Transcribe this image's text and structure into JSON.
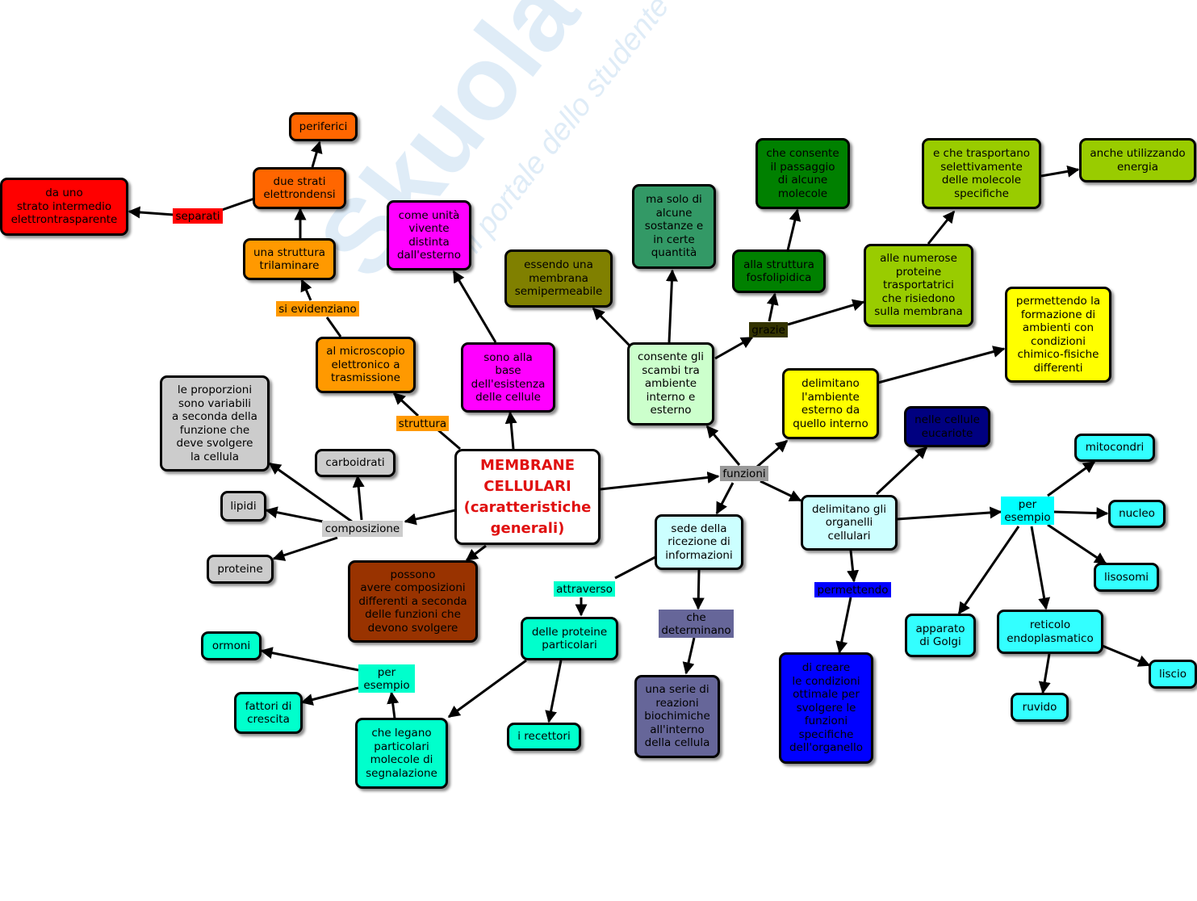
{
  "watermark": {
    "brand": "Skuola.net",
    "tagline": "il portale dello studente"
  },
  "nodes": {
    "center": {
      "text": "MEMBRANE\nCELLULARI\n(caratteristiche\ngenerali)",
      "fill": "#ffffff"
    },
    "periferici": {
      "text": "periferici",
      "fill": "#ff6600"
    },
    "due_strati": {
      "text": "due strati\nelettrondensi",
      "fill": "#ff6600"
    },
    "strato_intermedio": {
      "text": "da uno\nstrato intermedio\nelettrontrasparente",
      "fill": "#ff0000"
    },
    "struttura_trilaminare": {
      "text": "una struttura\ntrilaminare",
      "fill": "#ff9900"
    },
    "microscopio": {
      "text": "al microscopio\nelettronico a\ntrasmissione",
      "fill": "#ff9900"
    },
    "unita_vivente": {
      "text": "come unità\nvivente\ndistinta\ndall'esterno",
      "fill": "#ff00ff"
    },
    "base_esistenza": {
      "text": "sono alla\nbase\ndell'esistenza\ndelle cellule",
      "fill": "#ff00ff"
    },
    "semipermeabile": {
      "text": "essendo una\nmembrana\nsemipermeabile",
      "fill": "#808000"
    },
    "sostanze": {
      "text": "ma solo di\nalcune\nsostanze e\nin certe\nquantità",
      "fill": "#339966"
    },
    "scambi": {
      "text": "consente gli\nscambi tra\nambiente\ninterno e\nesterno",
      "fill": "#ccffcc"
    },
    "fosfolipidica": {
      "text": "alla struttura\nfosfolipidica",
      "fill": "#008000"
    },
    "passaggio": {
      "text": "che consente\nil passaggio\ndi alcune\nmolecole",
      "fill": "#008000"
    },
    "proteine_trasportatrici": {
      "text": "alle numerose\nproteine\ntrasportatrici\nche risiedono\nsulla membrana",
      "fill": "#99cc00"
    },
    "trasportano": {
      "text": "e che trasportano\nselettivamente\ndelle molecole\nspecifiche",
      "fill": "#99cc00"
    },
    "energia": {
      "text": "anche utilizzando\nenergia",
      "fill": "#99cc00"
    },
    "formazione_ambienti": {
      "text": "permettendo la\nformazione di\nambienti con\ncondizioni\nchimico-fisiche\ndifferenti",
      "fill": "#ffff00"
    },
    "delimitano_ambiente": {
      "text": "delimitano\nl'ambiente\nesterno da\nquello interno",
      "fill": "#ffff00"
    },
    "eucariote": {
      "text": "nelle cellule\neucariote",
      "fill": "#000080"
    },
    "organelli": {
      "text": "delimitano gli\norganelli\ncellulari",
      "fill": "#ccffff"
    },
    "mitocondri": {
      "text": "mitocondri",
      "fill": "#33ffff"
    },
    "nucleo": {
      "text": "nucleo",
      "fill": "#33ffff"
    },
    "lisosomi": {
      "text": "lisosomi",
      "fill": "#33ffff"
    },
    "golgi": {
      "text": "apparato\ndi Golgi",
      "fill": "#33ffff"
    },
    "reticolo": {
      "text": "reticolo\nendoplasmatico",
      "fill": "#33ffff"
    },
    "liscio": {
      "text": "liscio",
      "fill": "#33ffff"
    },
    "ruvido": {
      "text": "ruvido",
      "fill": "#33ffff"
    },
    "condizioni_ottimali": {
      "text": "di creare\nle condizioni\nottimale per\nsvolgere le\nfunzioni\nspecifiche\ndell'organello",
      "fill": "#0000ff"
    },
    "ricezione": {
      "text": "sede della\nricezione di\ninformazioni",
      "fill": "#ccffff"
    },
    "reazioni": {
      "text": "una serie di\nreazioni\nbiochimiche\nall'interno\ndella cellula",
      "fill": "#666699"
    },
    "proteine_particolari": {
      "text": "delle proteine\nparticolari",
      "fill": "#00ffcc"
    },
    "recettori": {
      "text": "i recettori",
      "fill": "#00ffcc"
    },
    "legano": {
      "text": "che legano\nparticolari\nmolecole di\nsegnalazione",
      "fill": "#00ffcc"
    },
    "ormoni": {
      "text": "ormoni",
      "fill": "#00ffcc"
    },
    "fattori_crescita": {
      "text": "fattori di\ncrescita",
      "fill": "#00ffcc"
    },
    "proporzioni": {
      "text": "le proporzioni\nsono variabili\na seconda della\nfunzione che\ndeve svolgere\nla cellula",
      "fill": "#cccccc"
    },
    "carboidrati": {
      "text": "carboidrati",
      "fill": "#cccccc"
    },
    "lipidi": {
      "text": "lipidi",
      "fill": "#cccccc"
    },
    "proteine": {
      "text": "proteine",
      "fill": "#cccccc"
    },
    "composizioni_differenti": {
      "text": "possono\navere composizioni\ndifferenti a seconda\ndelle funzioni che\ndevono svolgere",
      "fill": "#993300"
    }
  },
  "links": {
    "separati": {
      "text": "separati",
      "fill": "#ff0000"
    },
    "si_evidenziano": {
      "text": "si evidenziano",
      "fill": "#ff9900"
    },
    "struttura": {
      "text": "struttura",
      "fill": "#ff9900"
    },
    "grazie": {
      "text": "grazie",
      "fill": "#333300"
    },
    "funzioni": {
      "text": "funzioni",
      "fill": "#999999"
    },
    "composizione": {
      "text": "composizione",
      "fill": "#cccccc"
    },
    "per_esempio_organelli": {
      "text": "per\nesempio",
      "fill": "#00ffff"
    },
    "permettendo": {
      "text": "permettendo",
      "fill": "#0000ff"
    },
    "che_determinano": {
      "text": "che\ndeterminano",
      "fill": "#666699"
    },
    "attraverso": {
      "text": "attraverso",
      "fill": "#00ffcc"
    },
    "per_esempio_segnali": {
      "text": "per\nesempio",
      "fill": "#00ffcc"
    }
  }
}
